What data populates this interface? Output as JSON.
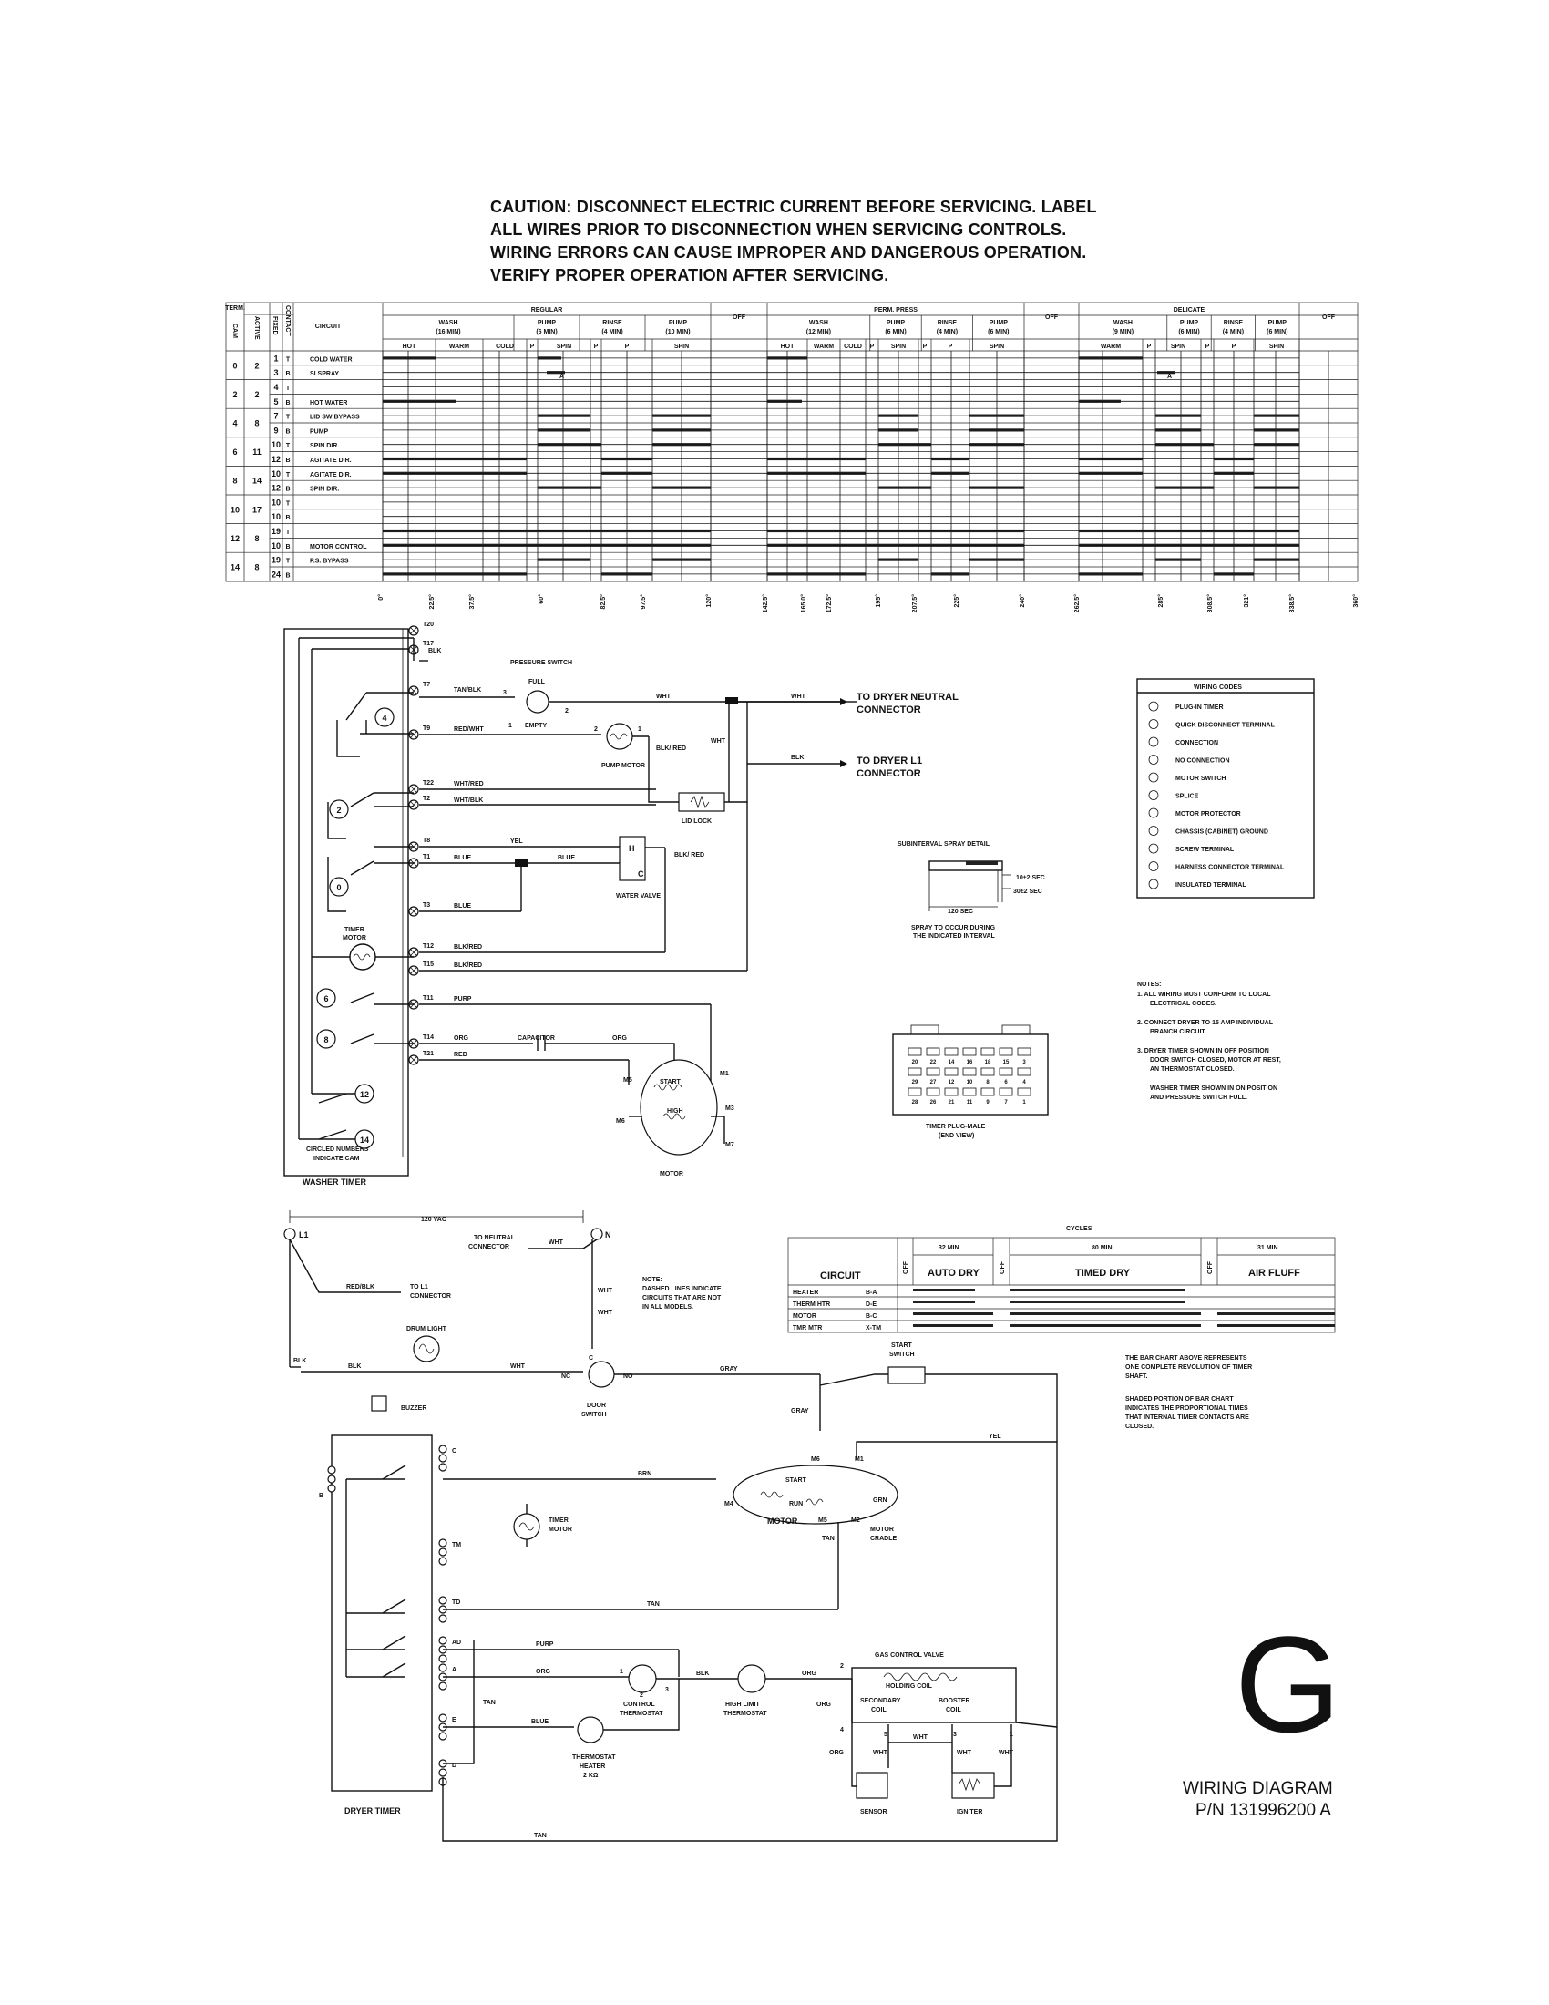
{
  "caution_lines": [
    "CAUTION: DISCONNECT ELECTRIC CURRENT BEFORE SERVICING. LABEL",
    "ALL WIRES PRIOR TO DISCONNECTION WHEN SERVICING CONTROLS.",
    "WIRING ERRORS CAN CAUSE IMPROPER AND DANGEROUS OPERATION.",
    "VERIFY PROPER OPERATION AFTER SERVICING."
  ],
  "washer_chart": {
    "header_left": {
      "cam": "CAM",
      "term": "TERM.",
      "active": "ACTIVE",
      "fixed": "FIXED",
      "contact": "CONTACT",
      "circuit": "CIRCUIT"
    },
    "cycles": [
      "REGULAR",
      "OFF",
      "PERM. PRESS",
      "OFF",
      "DELICATE",
      "OFF"
    ],
    "phases": [
      {
        "name": "WASH",
        "time": "(16 MIN)"
      },
      {
        "name": "PUMP",
        "time": "(6 MIN)"
      },
      {
        "name": "RINSE",
        "time": "(4 MIN)"
      },
      {
        "name": "PUMP",
        "time": "(10 MIN)"
      },
      {
        "name": "WASH",
        "time": "(12 MIN)"
      },
      {
        "name": "PUMP",
        "time": "(6 MIN)"
      },
      {
        "name": "RINSE",
        "time": "(4 MIN)"
      },
      {
        "name": "PUMP",
        "time": "(6 MIN)"
      },
      {
        "name": "WASH",
        "time": "(9 MIN)"
      },
      {
        "name": "PUMP",
        "time": "(6 MIN)"
      },
      {
        "name": "RINSE",
        "time": "(4 MIN)"
      },
      {
        "name": "PUMP",
        "time": "(6 MIN)"
      }
    ],
    "subheads": [
      "HOT",
      "WARM",
      "COLD",
      "P",
      "SPIN",
      "P",
      "P",
      "SPIN",
      "HOT",
      "WARM",
      "COLD",
      "P",
      "SPIN",
      "P",
      "P",
      "SPIN",
      "WARM",
      "P",
      "SPIN",
      "P",
      "P",
      "SPIN"
    ],
    "rows": [
      {
        "cam": "0",
        "active": "2",
        "fixed": "1",
        "contact": "T",
        "circuit": "COLD WATER"
      },
      {
        "cam": "",
        "active": "",
        "fixed": "3",
        "contact": "B",
        "circuit": "SI SPRAY"
      },
      {
        "cam": "2",
        "active": "2",
        "fixed": "4",
        "contact": "T",
        "circuit": ""
      },
      {
        "cam": "",
        "active": "",
        "fixed": "5",
        "contact": "B",
        "circuit": "HOT WATER"
      },
      {
        "cam": "4",
        "active": "8",
        "fixed": "7",
        "contact": "T",
        "circuit": "LID SW BYPASS"
      },
      {
        "cam": "",
        "active": "",
        "fixed": "9",
        "contact": "B",
        "circuit": "PUMP"
      },
      {
        "cam": "6",
        "active": "11",
        "fixed": "10",
        "contact": "T",
        "circuit": "SPIN DIR."
      },
      {
        "cam": "",
        "active": "",
        "fixed": "12",
        "contact": "B",
        "circuit": "AGITATE DIR."
      },
      {
        "cam": "8",
        "active": "14",
        "fixed": "10",
        "contact": "T",
        "circuit": "AGITATE DIR."
      },
      {
        "cam": "",
        "active": "",
        "fixed": "12",
        "contact": "B",
        "circuit": "SPIN DIR."
      },
      {
        "cam": "10",
        "active": "17",
        "fixed": "10",
        "contact": "T",
        "circuit": ""
      },
      {
        "cam": "",
        "active": "",
        "fixed": "10",
        "contact": "B",
        "circuit": ""
      },
      {
        "cam": "12",
        "active": "8",
        "fixed": "19",
        "contact": "T",
        "circuit": ""
      },
      {
        "cam": "",
        "active": "",
        "fixed": "10",
        "contact": "B",
        "circuit": "MOTOR CONTROL"
      },
      {
        "cam": "14",
        "active": "8",
        "fixed": "19",
        "contact": "T",
        "circuit": "P.S. BYPASS"
      },
      {
        "cam": "",
        "active": "",
        "fixed": "24",
        "contact": "B",
        "circuit": ""
      }
    ],
    "marker": "A",
    "degrees": [
      "0°",
      "22.5°",
      "37.5°",
      "60°",
      "82.5°",
      "97.5°",
      "120°",
      "142.5°",
      "165.0°",
      "172.5°",
      "195°",
      "207.5°",
      "225°",
      "240°",
      "262.5°",
      "285°",
      "308.5°",
      "321°",
      "338.5°",
      "360°"
    ]
  },
  "washer_schematic": {
    "terminals": [
      "T20",
      "T17",
      "T7",
      "T9",
      "T22",
      "T2",
      "T8",
      "T1",
      "T3",
      "T12",
      "T15",
      "T11",
      "T14",
      "T21"
    ],
    "wire_colors": [
      "BLK",
      "TAN/BLK",
      "RED/WHT",
      "WHT/RED",
      "WHT/BLK",
      "YEL",
      "BLUE",
      "BLUE",
      "BLUE",
      "BLK/RED",
      "BLK/RED",
      "PURP",
      "ORG",
      "ORG",
      "RED",
      "WHT",
      "WHT",
      "WHT",
      "BLK/ RED",
      "BLK",
      "BLK/ RED"
    ],
    "cams": [
      "4",
      "2",
      "0",
      "6",
      "8",
      "12",
      "14"
    ],
    "pressure_switch": "PRESSURE SWITCH",
    "full": "FULL",
    "empty": "EMPTY",
    "ps_pins": [
      "3",
      "1",
      "2"
    ],
    "pump_motor": "PUMP MOTOR",
    "pump_pins": [
      "2",
      "1"
    ],
    "lid_lock": "LID LOCK",
    "water_valve": "WATER VALVE",
    "valve_pins": [
      "H",
      "C"
    ],
    "timer_motor": "TIMER MOTOR",
    "capacitor": "CAPACITOR",
    "motor": "MOTOR",
    "motor_pins": [
      "M5",
      "M1",
      "M6",
      "M3",
      "M7"
    ],
    "start": "START",
    "high": "HIGH",
    "circled_note": "CIRCLED NUMBERS INDICATE CAM",
    "washer_timer": "WASHER TIMER",
    "to_neutral": [
      "TO DRYER NEUTRAL",
      "CONNECTOR"
    ],
    "to_l1": [
      "TO DRYER L1",
      "CONNECTOR"
    ]
  },
  "subinterval": {
    "title": "SUBINTERVAL SPRAY DETAIL",
    "t1": "10±2 SEC",
    "t2": "30±2 SEC",
    "t3": "120 SEC",
    "note": [
      "SPRAY TO OCCUR DURING",
      "THE INDICATED INTERVAL"
    ]
  },
  "wiring_codes": {
    "title": "WIRING CODES",
    "items": [
      "PLUG-IN TIMER",
      "QUICK DISCONNECT TERMINAL",
      "CONNECTION",
      "NO CONNECTION",
      "MOTOR SWITCH",
      "SPLICE",
      "MOTOR PROTECTOR",
      "CHASSIS (CABINET) GROUND",
      "SCREW TERMINAL",
      "HARNESS CONNECTOR TERMINAL",
      "INSULATED TERMINAL"
    ]
  },
  "notes": {
    "title": "NOTES:",
    "lines": [
      "1. ALL WIRING MUST CONFORM TO LOCAL",
      "ELECTRICAL CODES.",
      "2. CONNECT DRYER TO 15 AMP INDIVIDUAL",
      "BRANCH CIRCUIT.",
      "3. DRYER TIMER  SHOWN IN OFF POSITION",
      "DOOR SWITCH CLOSED, MOTOR AT REST,",
      "AN THERMOSTAT CLOSED.",
      "WASHER TIMER SHOWN IN ON POSITION",
      "AND PRESSURE SWITCH FULL."
    ]
  },
  "timer_plug": {
    "label": [
      "TIMER PLUG-MALE",
      "(END VIEW)"
    ],
    "row1": [
      "20",
      "22",
      "14",
      "16",
      "18",
      "15",
      "3"
    ],
    "row2": [
      "29",
      "27",
      "12",
      "10",
      "8",
      "6",
      "4"
    ],
    "row3": [
      "28",
      "26",
      "21",
      "11",
      "9",
      "7",
      "1"
    ]
  },
  "dryer_chart": {
    "title": "CYCLES",
    "circuit": "CIRCUIT",
    "off": "OFF",
    "cols": [
      {
        "time": "32 MIN",
        "name": "AUTO DRY"
      },
      {
        "time": "80 MIN",
        "name": "TIMED DRY"
      },
      {
        "time": "31 MIN",
        "name": "AIR FLUFF"
      }
    ],
    "rows": [
      {
        "name": "HEATER",
        "term": "B-A"
      },
      {
        "name": "THERM HTR",
        "term": "D-E"
      },
      {
        "name": "MOTOR",
        "term": "B-C"
      },
      {
        "name": "TMR MTR",
        "term": "X-TM"
      }
    ],
    "note1": [
      "THE BAR CHART ABOVE REPRESENTS",
      "ONE COMPLETE REVOLUTION OF TIMER",
      "SHAFT."
    ],
    "note2": [
      "SHADED PORTION OF BAR CHART",
      "INDICATES THE PROPORTIONAL TIMES",
      "THAT INTERNAL TIMER CONTACTS ARE",
      "CLOSED."
    ]
  },
  "dryer_schematic": {
    "vac": "120 VAC",
    "l1": "L1",
    "n": "N",
    "to_neutral": [
      "TO NEUTRAL",
      "CONNECTOR"
    ],
    "to_l1": [
      "TO L1",
      "CONNECTOR"
    ],
    "dashed_note": [
      "NOTE:",
      "DASHED LINES INDICATE",
      "CIRCUITS THAT ARE NOT",
      "IN ALL MODELS."
    ],
    "drum_light": "DRUM LIGHT",
    "buzzer": "BUZZER",
    "door_switch": [
      "DOOR",
      "SWITCH"
    ],
    "start_switch": [
      "START",
      "SWITCH"
    ],
    "timer_motor": [
      "TIMER",
      "MOTOR"
    ],
    "motor": "MOTOR",
    "motor_cradle": [
      "MOTOR",
      "CRADLE"
    ],
    "start": "START",
    "run": "RUN",
    "motor_pins": [
      "M6",
      "M1",
      "M4",
      "M5",
      "M2"
    ],
    "terminals": [
      "B",
      "C",
      "TM",
      "TD",
      "AD",
      "A",
      "E",
      "D"
    ],
    "ds_pins": [
      "C",
      "NC",
      "NO"
    ],
    "colors": {
      "redblk": "RED/BLK",
      "whtn": "WHT",
      "whtv1": "WHT",
      "whtv2": "WHT",
      "blk1": "BLK",
      "blk2": "BLK",
      "wht3": "WHT",
      "gray1": "GRAY",
      "gray2": "GRAY",
      "brn": "BRN",
      "yel": "YEL",
      "grn": "GRN",
      "tan1": "TAN",
      "tan2": "TAN",
      "purp": "PURP",
      "org1": "ORG",
      "blk3": "BLK",
      "org2": "ORG",
      "tan3": "TAN",
      "blue": "BLUE",
      "tan4": "TAN",
      "org3": "ORG",
      "org4": "ORG",
      "wht4": "WHT",
      "wht5": "WHT",
      "wht6": "WHT",
      "wht7": "WHT"
    },
    "control_thermostat": [
      "CONTROL",
      "THERMOSTAT"
    ],
    "high_limit": [
      "HIGH LIMIT",
      "THERMOSTAT"
    ],
    "thermostat_heater": [
      "THERMOSTAT",
      "HEATER",
      "2 KΩ"
    ],
    "ct_pins": [
      "1",
      "2",
      "3"
    ],
    "gas_valve": "GAS CONTROL VALVE",
    "holding_coil": "HOLDING COIL",
    "secondary_coil": [
      "SECONDARY",
      "COIL"
    ],
    "booster_coil": [
      "BOOSTER",
      "COIL"
    ],
    "gv_pins": [
      "2",
      "4",
      "5",
      "3",
      "1"
    ],
    "sensor": "SENSOR",
    "igniter": "IGNITER",
    "dryer_timer": "DRYER TIMER"
  },
  "footer": {
    "letter": "G",
    "title": "WIRING DIAGRAM",
    "part": "P/N 131996200 A"
  }
}
